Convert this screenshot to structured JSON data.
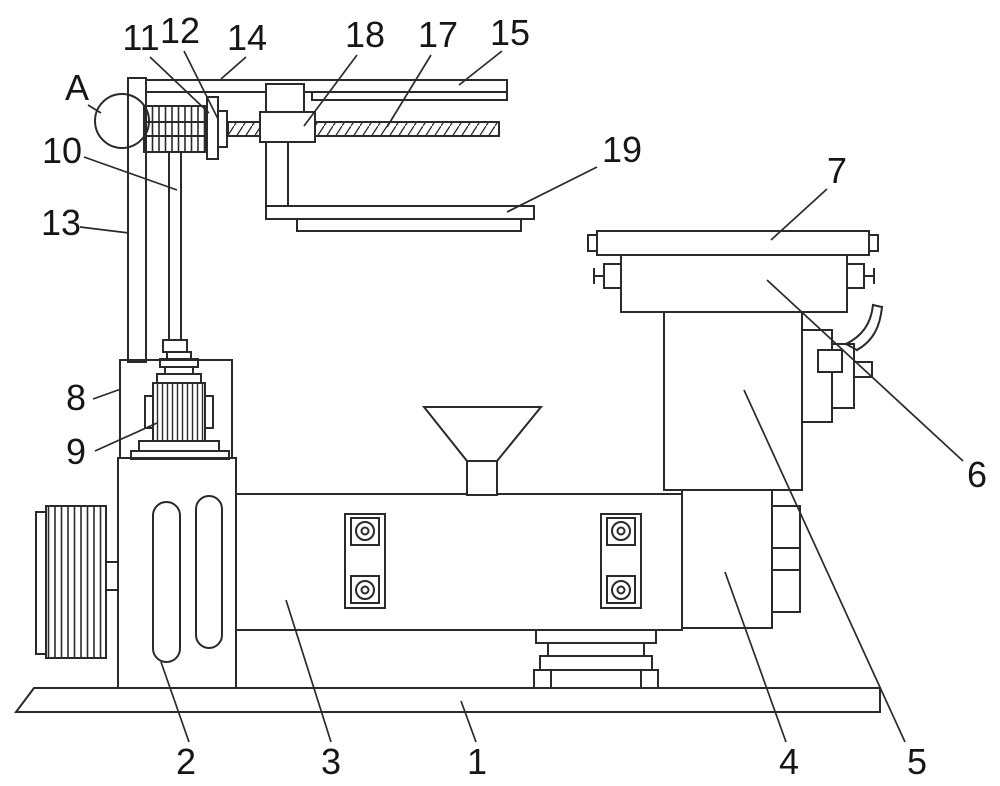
{
  "figure": {
    "kind": "patent-style technical line drawing",
    "background_color": "#ffffff",
    "line_color": "#2a2a2a",
    "label_color": "#161616"
  },
  "labels": {
    "A": "A",
    "n1": "1",
    "n2": "2",
    "n3": "3",
    "n4": "4",
    "n5": "5",
    "n6": "6",
    "n7": "7",
    "n8": "8",
    "n9": "9",
    "n10": "10",
    "n11": "11",
    "n12": "12",
    "n13": "13",
    "n14": "14",
    "n15": "15",
    "n17": "17",
    "n18": "18",
    "n19": "19"
  }
}
